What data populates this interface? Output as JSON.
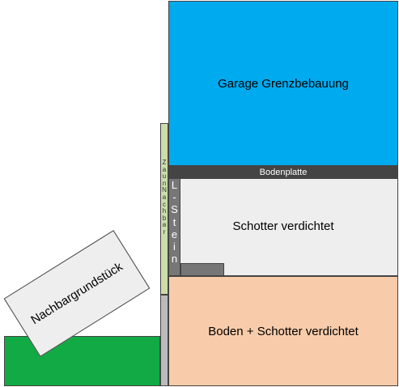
{
  "garage": {
    "label": "Garage Grenzbebauung",
    "color": "#00aaee"
  },
  "bodenplatte": {
    "label": "Bodenplatte",
    "color": "#444444"
  },
  "schotter": {
    "label": "Schotter verdichtet",
    "color": "#eeeeee"
  },
  "boden": {
    "label": "Boden + Schotter verdichtet",
    "color": "#f8ccaa"
  },
  "lstein": {
    "label": "L-Stein",
    "color": "#777777"
  },
  "fence": {
    "label": "ZaunNachbar",
    "color": "#ccddaa"
  },
  "neighbor": {
    "label": "Nachbargrundstück",
    "color": "#eeeeee"
  },
  "ground": {
    "color": "#11aa44"
  }
}
